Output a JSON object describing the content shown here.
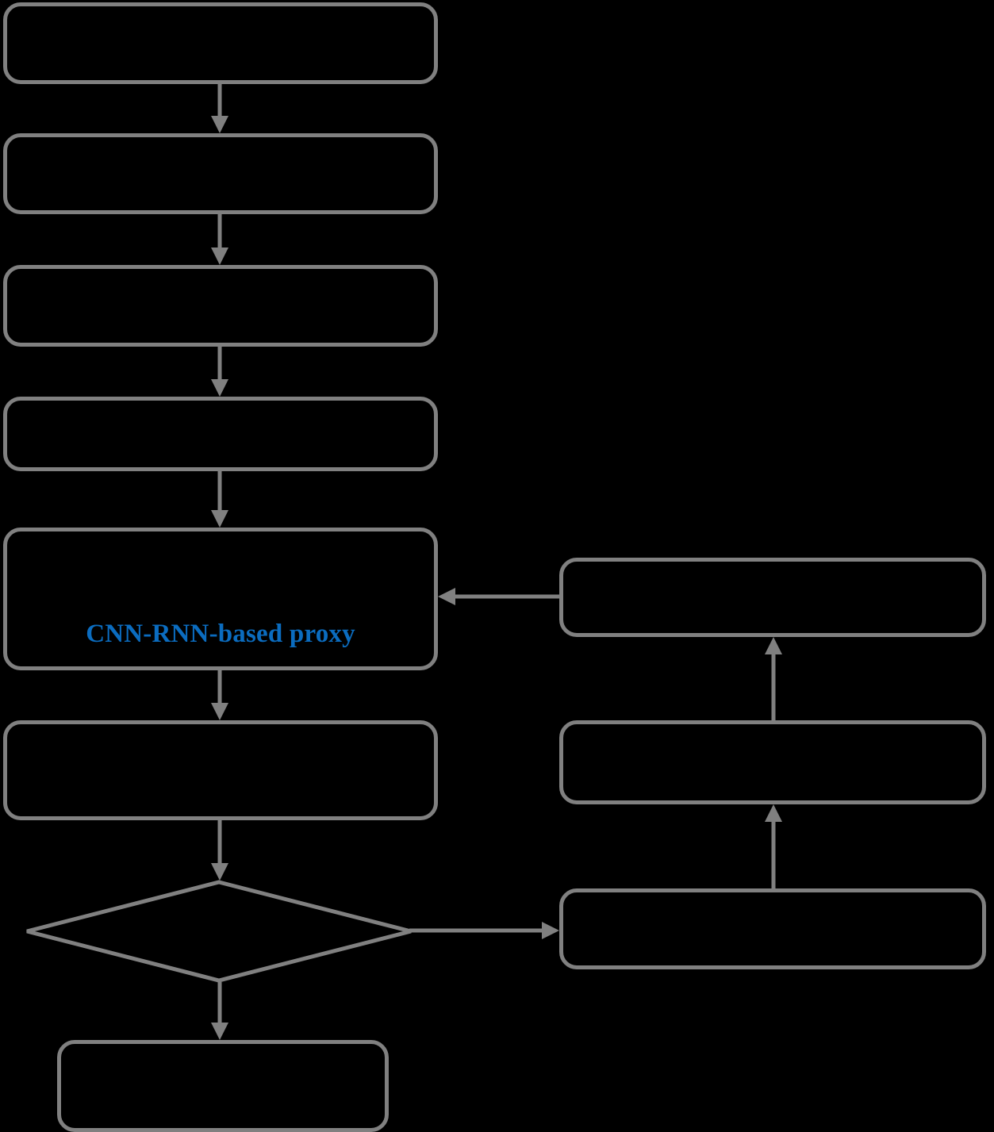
{
  "diagram": {
    "type": "flowchart",
    "orientation": "top-to-bottom with right-side feedback loop",
    "background_color": "#000000",
    "shape_fill_color": "#000000",
    "shape_border_color": "#808080",
    "connector_color": "#808080",
    "accent_text_color": "#0B6CBF",
    "nodes": [
      {
        "id": "left-1",
        "shape": "rounded-rectangle",
        "label": "",
        "column": "left"
      },
      {
        "id": "left-2",
        "shape": "rounded-rectangle",
        "label": "",
        "column": "left"
      },
      {
        "id": "left-3",
        "shape": "rounded-rectangle",
        "label": "",
        "column": "left"
      },
      {
        "id": "left-4",
        "shape": "rounded-rectangle",
        "label": "",
        "column": "left"
      },
      {
        "id": "left-5",
        "shape": "rounded-rectangle",
        "label": "CNN-RNN-based proxy",
        "column": "left"
      },
      {
        "id": "left-6",
        "shape": "rounded-rectangle",
        "label": "",
        "column": "left"
      },
      {
        "id": "decision",
        "shape": "diamond",
        "label": "",
        "column": "left"
      },
      {
        "id": "left-7",
        "shape": "rounded-rectangle",
        "label": "",
        "column": "left"
      },
      {
        "id": "right-1",
        "shape": "rounded-rectangle",
        "label": "",
        "column": "right"
      },
      {
        "id": "right-2",
        "shape": "rounded-rectangle",
        "label": "",
        "column": "right"
      },
      {
        "id": "right-3",
        "shape": "rounded-rectangle",
        "label": "",
        "column": "right"
      }
    ],
    "edges": [
      {
        "from": "left-1",
        "to": "left-2",
        "direction": "down",
        "label": ""
      },
      {
        "from": "left-2",
        "to": "left-3",
        "direction": "down",
        "label": ""
      },
      {
        "from": "left-3",
        "to": "left-4",
        "direction": "down",
        "label": ""
      },
      {
        "from": "left-4",
        "to": "left-5",
        "direction": "down",
        "label": ""
      },
      {
        "from": "left-5",
        "to": "left-6",
        "direction": "down",
        "label": ""
      },
      {
        "from": "left-6",
        "to": "decision",
        "direction": "down",
        "label": ""
      },
      {
        "from": "decision",
        "to": "left-7",
        "direction": "down",
        "label": ""
      },
      {
        "from": "decision",
        "to": "right-3",
        "direction": "right",
        "label": ""
      },
      {
        "from": "right-3",
        "to": "right-2",
        "direction": "up",
        "label": ""
      },
      {
        "from": "right-2",
        "to": "right-1",
        "direction": "up",
        "label": ""
      },
      {
        "from": "right-1",
        "to": "left-5",
        "direction": "left",
        "label": ""
      }
    ]
  },
  "labels": {
    "proxy_block": "CNN-RNN-based proxy"
  }
}
